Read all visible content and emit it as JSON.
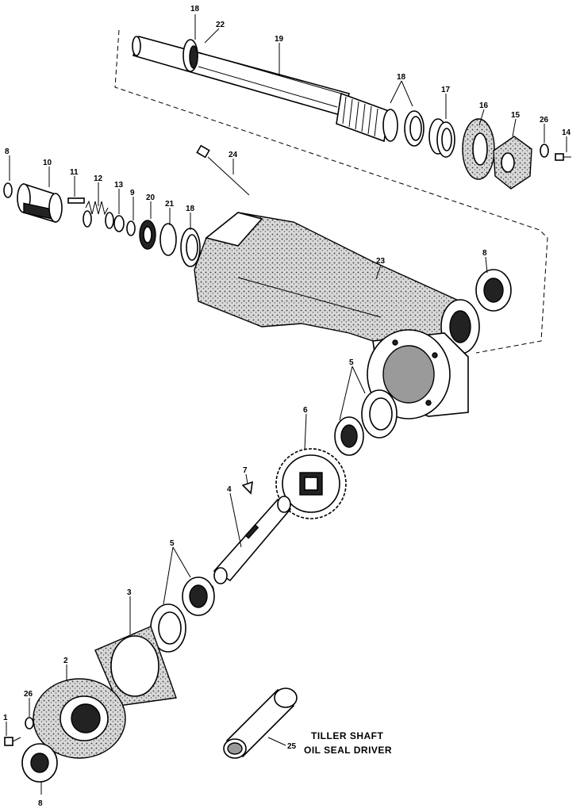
{
  "callouts": {
    "c1": "1",
    "c2": "2",
    "c3": "3",
    "c4": "4",
    "c5a": "5",
    "c5b": "5",
    "c6": "6",
    "c7": "7",
    "c8a": "8",
    "c8b": "8",
    "c8c": "8",
    "c9": "9",
    "c10": "10",
    "c11": "11",
    "c12": "12",
    "c13": "13",
    "c14": "14",
    "c15": "15",
    "c16": "16",
    "c17": "17",
    "c18a": "18",
    "c18b": "18",
    "c18c": "18",
    "c19": "19",
    "c20": "20",
    "c21": "21",
    "c22": "22",
    "c23": "23",
    "c24": "24",
    "c25": "25",
    "c26a": "26",
    "c26b": "26"
  },
  "caption": {
    "line1": "TILLER SHAFT",
    "line2": "OIL SEAL DRIVER"
  }
}
